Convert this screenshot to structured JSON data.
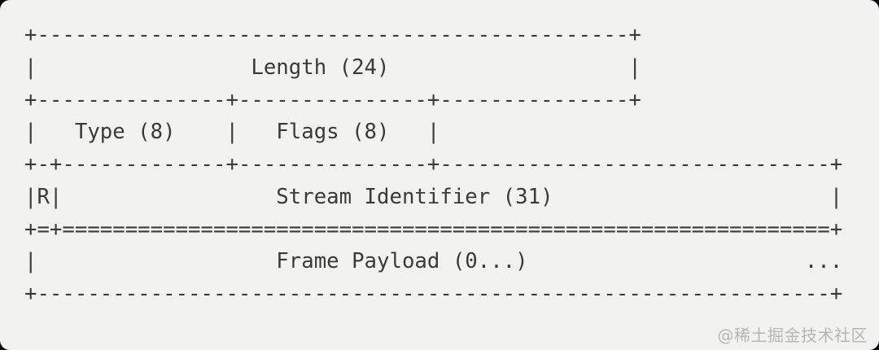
{
  "colors": {
    "page": "#000000",
    "background": "#f2f2f0",
    "text": "#3a3a3a",
    "watermark": "#b5b5b5"
  },
  "diagram": {
    "type": "ascii-frame-layout",
    "fields": [
      "Length (24)",
      "Type (8)",
      "Flags (8)",
      "R",
      "Stream Identifier (31)",
      "Frame Payload (0...)"
    ],
    "lines": [
      "+-----------------------------------------------+",
      "|                 Length (24)                   |",
      "+---------------+---------------+---------------+",
      "|   Type (8)    |   Flags (8)   |",
      "+-+-------------+---------------+-------------------------------+",
      "|R|                 Stream Identifier (31)                      |",
      "+=+=============================================================+",
      "|                   Frame Payload (0...)                      ...",
      "+---------------------------------------------------------------+"
    ]
  },
  "watermark": {
    "text": "@稀土掘金技术社区"
  }
}
